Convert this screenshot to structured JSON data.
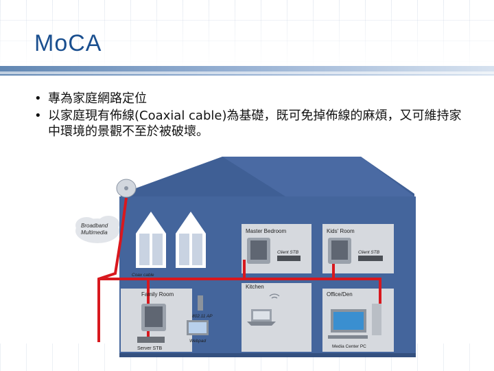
{
  "slide": {
    "title": "MoCA",
    "bullets": [
      "專為家庭網路定位",
      "以家庭現有佈線(Coaxial cable)為基礎，既可免掉佈線的麻煩，又可維持家中環境的景觀不至於被破壞。"
    ]
  },
  "illustration": {
    "broadband": [
      "Broadband",
      "Multimedia"
    ],
    "rooms": {
      "master": "Master Bedroom",
      "kids": "Kids' Room",
      "kitchen": "Kitchen",
      "family": "Family Room",
      "office": "Office/Den"
    },
    "devices": {
      "client_stb_1": "Client STB",
      "client_stb_2": "Client STB",
      "coax": "Coax cable",
      "ap": "802.11 AP",
      "webpad": "Webpad",
      "server_stb": "Server STB",
      "media_center": "Media Center PC"
    }
  },
  "colors": {
    "title": "#1a4f8f",
    "roof": "#3f5f95",
    "wall": "#44659c",
    "room": "#d6d9de",
    "cable": "#d8181e"
  }
}
